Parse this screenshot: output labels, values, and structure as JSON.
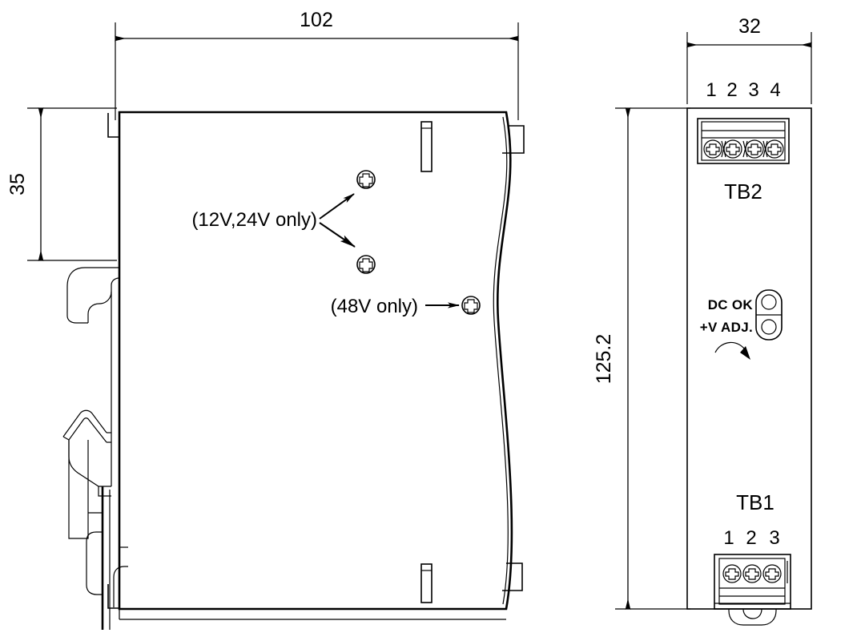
{
  "drawing": {
    "title": "DIN-rail power supply dimensional drawing",
    "units_note": "mm",
    "line_color": "#000000",
    "background_color": "#ffffff"
  },
  "dimensions": {
    "width_top": "102",
    "height_left": "35",
    "side_width": "32",
    "side_height": "125.2"
  },
  "notes": {
    "note_12v_24v": "(12V,24V only)",
    "note_48v": "(48V only)"
  },
  "side_view": {
    "tb2_label": "TB2",
    "tb2_pins": [
      "1",
      "2",
      "3",
      "4"
    ],
    "tb1_label": "TB1",
    "tb1_pins": [
      "1",
      "2",
      "3"
    ],
    "indicator_dc_ok": "DC OK",
    "indicator_v_adj": "+V ADJ."
  },
  "icons": {
    "screw_front_upper": "phillips-screw-icon",
    "screw_front_lower": "phillips-screw-icon",
    "screw_48v": "phillips-screw-icon",
    "led_dc_ok": "led-indicator-icon",
    "pot_v_adj": "potentiometer-icon",
    "adjust_arrow": "curved-arrow-icon"
  }
}
